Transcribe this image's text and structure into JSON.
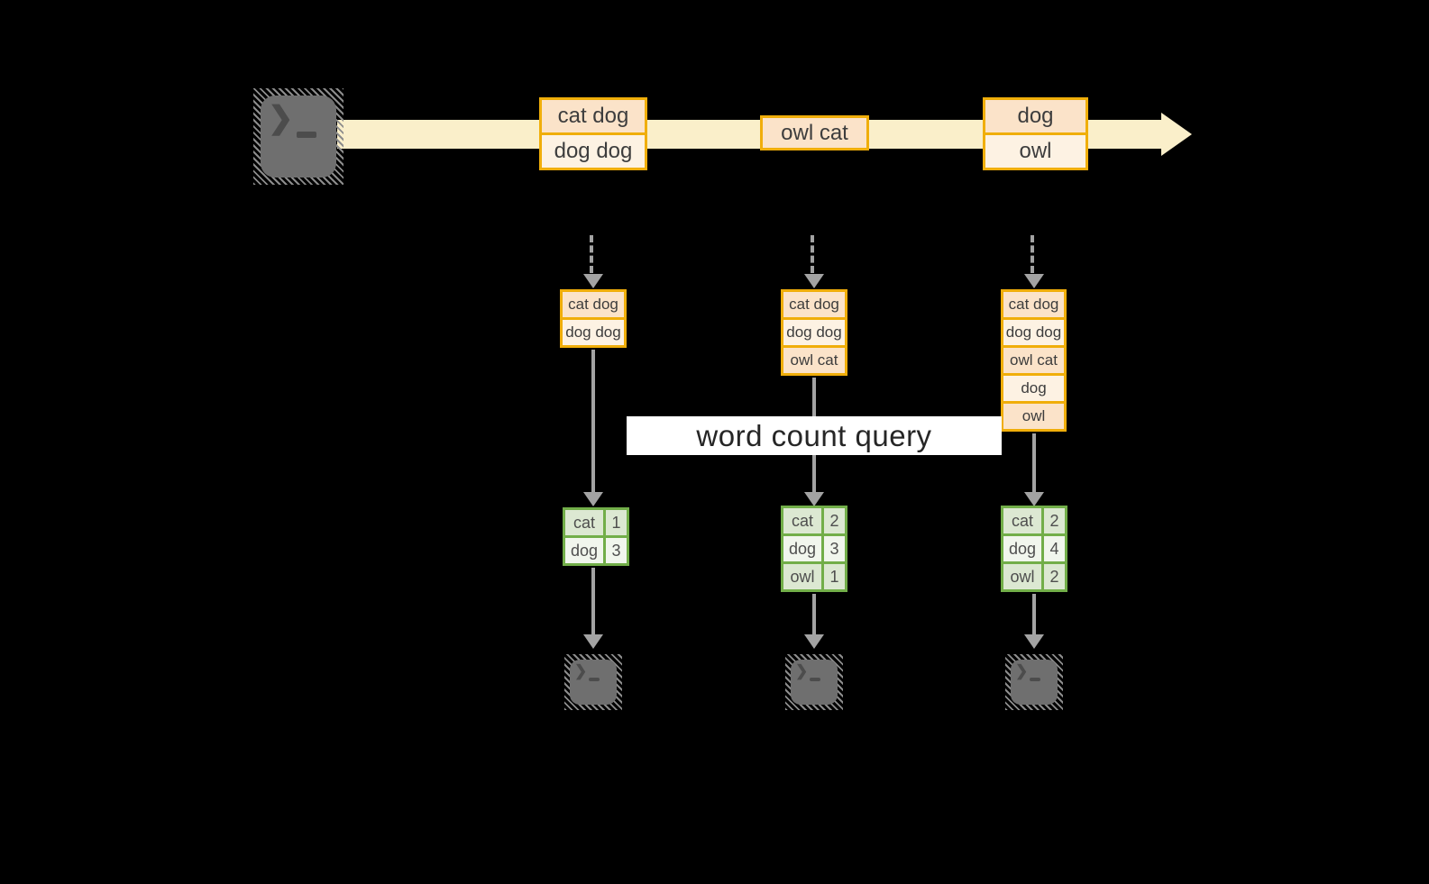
{
  "canvas": {
    "background": "#000000"
  },
  "palette": {
    "orange_border": "#f0ae0a",
    "peach_fill": "#fbe3c9",
    "cream_fill": "#fdf2e3",
    "stream_band": "#faefca",
    "green_border": "#72ae49",
    "green_fill": "#dce8d2",
    "green_fill_light": "#f1f6ed",
    "arrow_gray": "#a3a3a3",
    "terminal_gray": "#6f6f6f",
    "text_dark": "#3d3d3d"
  },
  "icons": {
    "source_terminal": "terminal-icon",
    "sink_terminal": "terminal-icon",
    "prompt_glyph": "❯"
  },
  "stream_batches": [
    {
      "lines": [
        "cat dog",
        "dog dog"
      ]
    },
    {
      "lines": [
        "owl cat"
      ]
    },
    {
      "lines": [
        "dog",
        "owl"
      ]
    }
  ],
  "query_label": "word count query",
  "columns": [
    {
      "accumulated": [
        "cat dog",
        "dog dog"
      ],
      "counts": [
        {
          "word": "cat",
          "count": "1"
        },
        {
          "word": "dog",
          "count": "3"
        }
      ]
    },
    {
      "accumulated": [
        "cat dog",
        "dog dog",
        "owl cat"
      ],
      "counts": [
        {
          "word": "cat",
          "count": "2"
        },
        {
          "word": "dog",
          "count": "3"
        },
        {
          "word": "owl",
          "count": "1"
        }
      ]
    },
    {
      "accumulated": [
        "cat dog",
        "dog dog",
        "owl cat",
        "dog",
        "owl"
      ],
      "counts": [
        {
          "word": "cat",
          "count": "2"
        },
        {
          "word": "dog",
          "count": "4"
        },
        {
          "word": "owl",
          "count": "2"
        }
      ]
    }
  ]
}
